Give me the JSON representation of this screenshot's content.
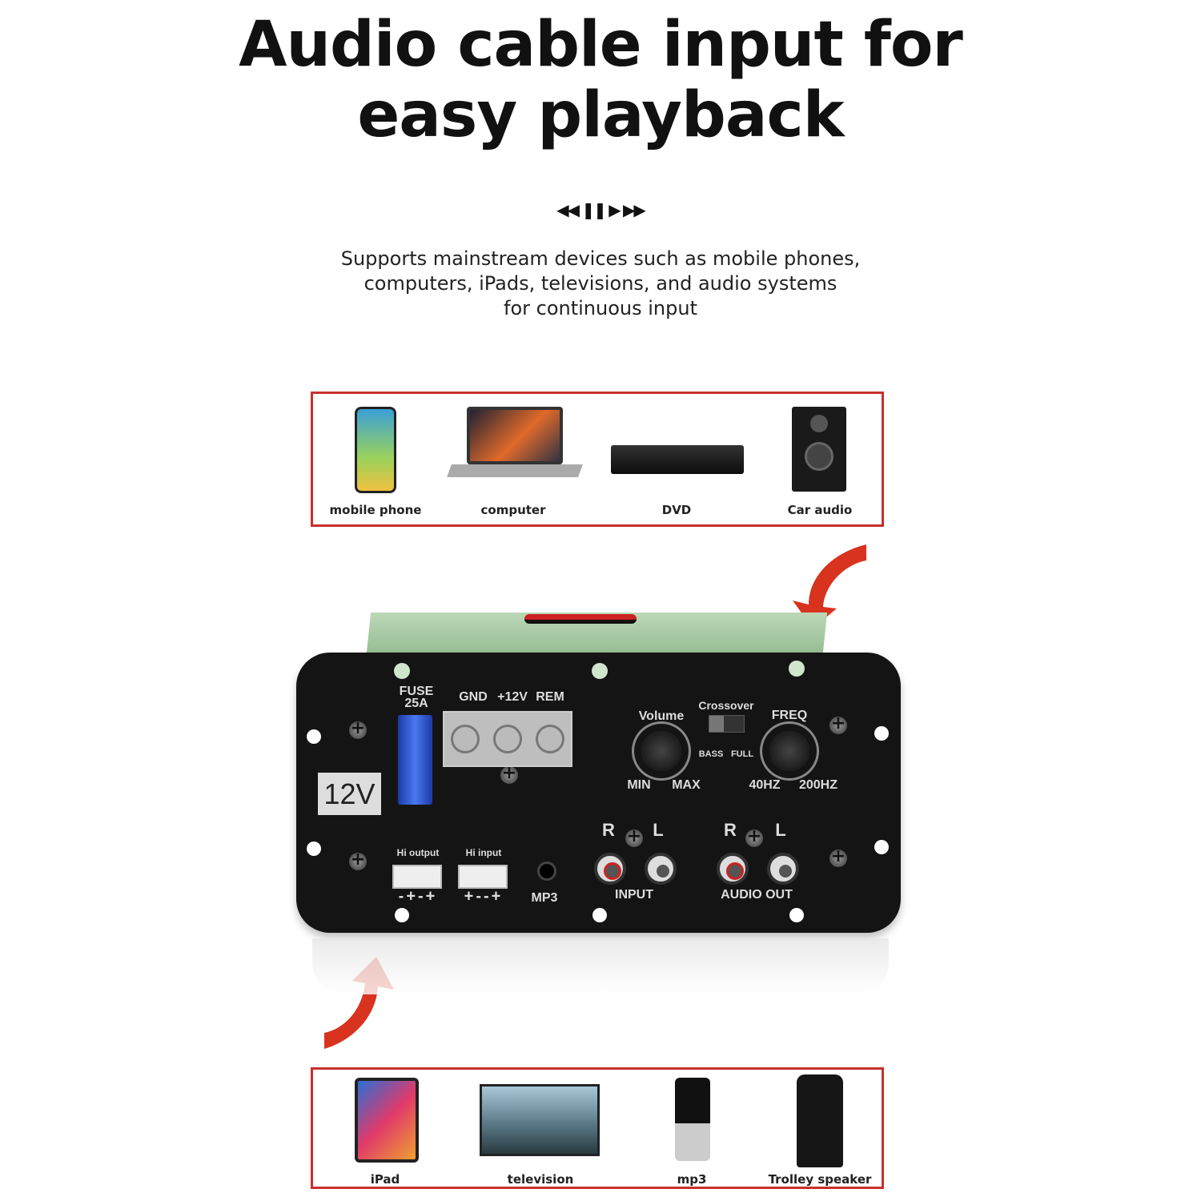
{
  "headline": {
    "line1": "Audio cable input for",
    "line2": "easy playback"
  },
  "controls_icon": "media-controls-icon",
  "controls_glyphs": "◀◀ ❚❚ ▶ ▶▶",
  "description": {
    "line1": "Supports mainstream devices such as mobile phones,",
    "line2": "computers, iPads, televisions, and audio systems",
    "line3": "for continuous input"
  },
  "top_devices": [
    {
      "label": "mobile phone"
    },
    {
      "label": "computer"
    },
    {
      "label": "DVD"
    },
    {
      "label": "Car audio"
    }
  ],
  "bottom_devices": [
    {
      "label": "iPad"
    },
    {
      "label": "television"
    },
    {
      "label": "mp3"
    },
    {
      "label": "Trolley speaker"
    }
  ],
  "panel": {
    "fuse": "FUSE",
    "fuse_rating": "25A",
    "voltage": "12V",
    "gnd": "GND",
    "plus12v": "+12V",
    "rem": "REM",
    "volume": "Volume",
    "min": "MIN",
    "max": "MAX",
    "crossover": "Crossover",
    "bass": "BASS",
    "full": "FULL",
    "freq": "FREQ",
    "f40": "40HZ",
    "f200": "200HZ",
    "hi_output": "Hi output",
    "hi_output_pins": "-+-+",
    "hi_input": "Hi input",
    "hi_input_pins": "+--+",
    "mp3": "MP3",
    "r": "R",
    "l": "L",
    "input": "INPUT",
    "audio_out": "AUDIO OUT"
  },
  "colors": {
    "accent_red": "#c8302c",
    "panel": "#141414",
    "fuse_blue": "#2f56d8"
  }
}
